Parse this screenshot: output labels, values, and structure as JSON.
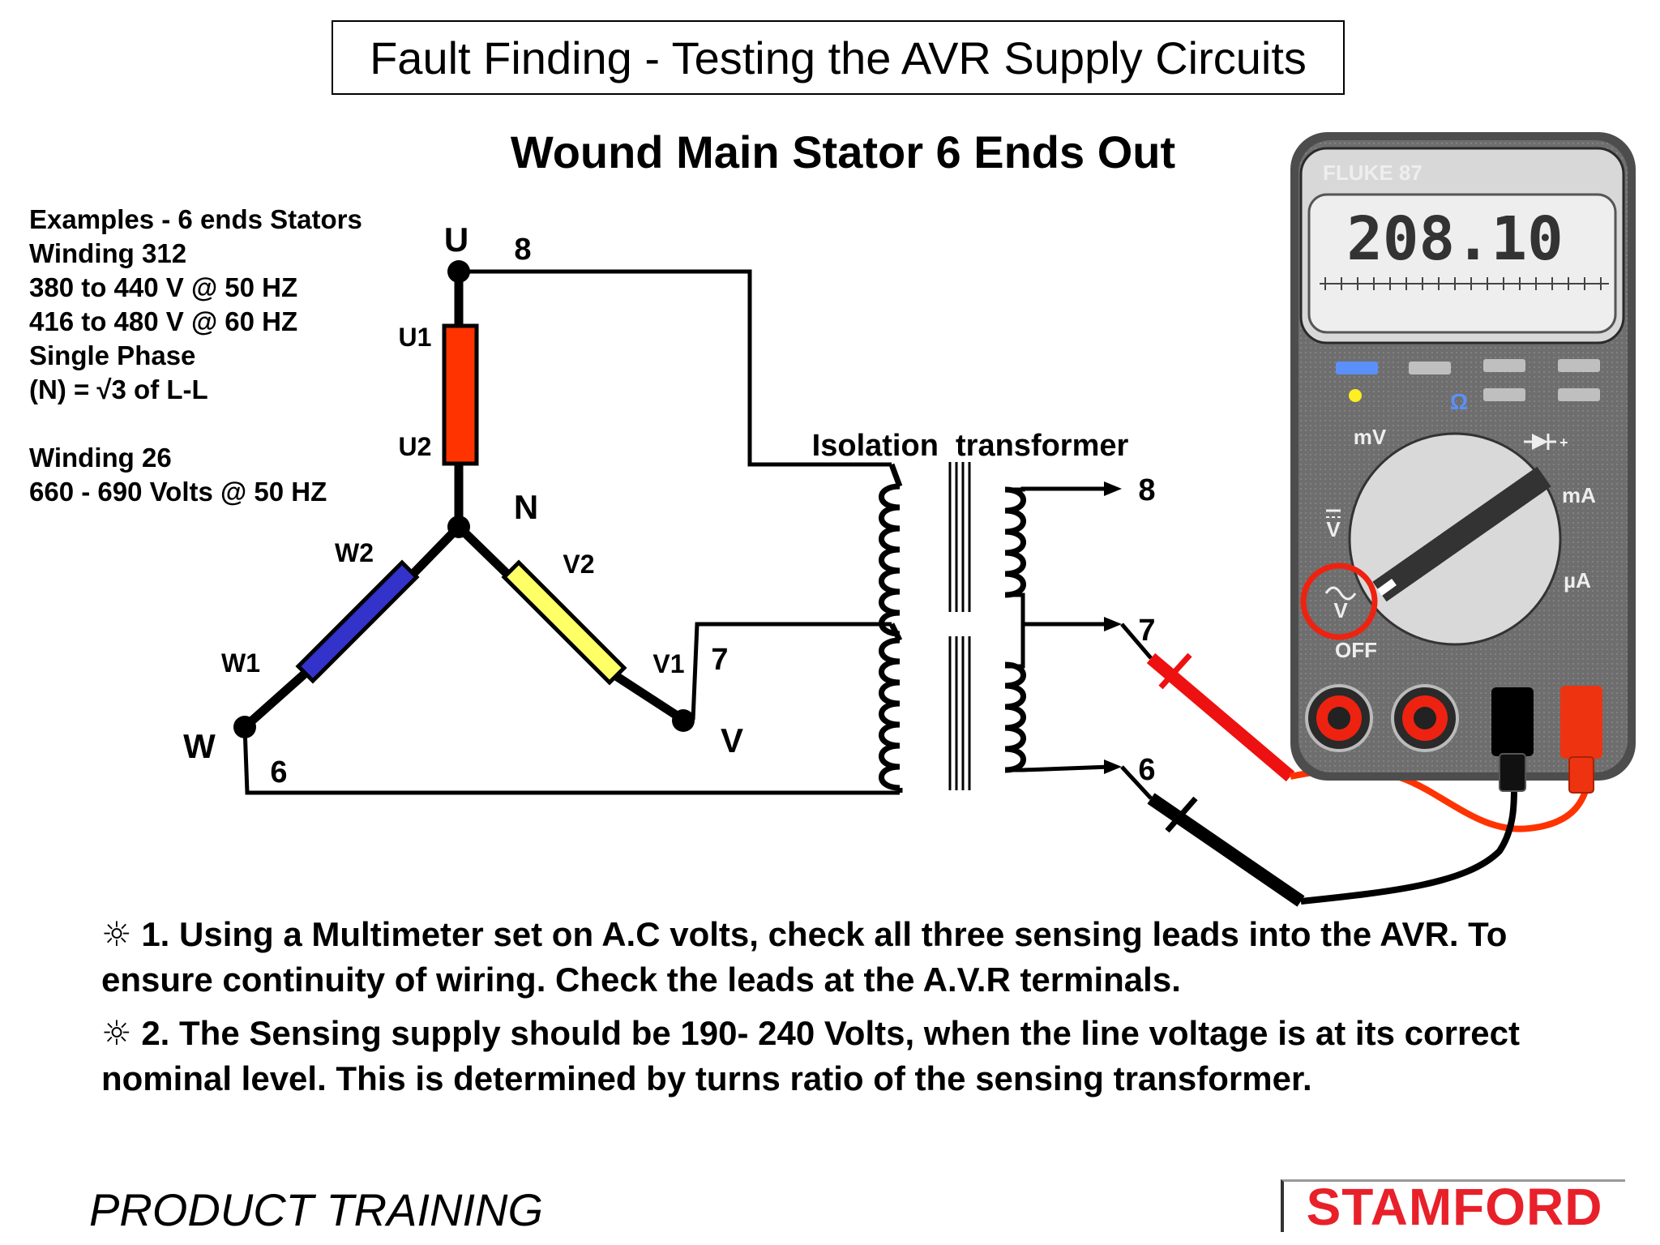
{
  "title": "Fault Finding - Testing the AVR Supply Circuits",
  "subtitle": "Wound Main Stator 6 Ends Out",
  "examples": {
    "lines_a": [
      "Examples - 6 ends Stators",
      "Winding 312",
      "380 to 440 V @ 50 HZ",
      "416 to 480 V @ 60 HZ",
      "Single Phase",
      "(N) = √3 of L-L"
    ],
    "lines_b": [
      "Winding 26",
      "660 - 690 Volts @ 50 HZ"
    ]
  },
  "diagram": {
    "label_u": "U",
    "label_v": "V",
    "label_w": "W",
    "label_n": "N",
    "label_u1": "U1",
    "label_u2": "U2",
    "label_v1": "V1",
    "label_v2": "V2",
    "label_w1": "W1",
    "label_w2": "W2",
    "lead_8": "8",
    "lead_7": "7",
    "lead_6": "6",
    "transformer_label": "Isolation  transformer",
    "out_8": "8",
    "out_7": "7",
    "out_6": "6",
    "colors": {
      "u": "#ff3300",
      "v": "#ffff66",
      "w": "#3333cc",
      "probe_red": "#ee1111",
      "probe_black": "#000000"
    }
  },
  "meter": {
    "brand": "FLUKE 87",
    "reading": "208.10",
    "dial_mv": "mV",
    "dial_ma": "mA",
    "dial_ua": "µA",
    "dial_off": "OFF",
    "dial_vdc": "V",
    "dial_vac": "V",
    "dial_ohm": "Ω",
    "selected_range": "AC volts"
  },
  "steps": [
    {
      "bullet": "☼",
      "text": "1. Using a Multimeter set on A.C volts, check all three sensing leads into the AVR. To ensure continuity of wiring. Check the leads at the A.V.R terminals."
    },
    {
      "bullet": "☼",
      "text": "2. The Sensing supply should be 190- 240 Volts, when the line voltage is at its correct nominal level. This is determined by turns ratio of the sensing transformer."
    }
  ],
  "footer": {
    "left": "PRODUCT TRAINING",
    "logo": "STAMFORD"
  }
}
